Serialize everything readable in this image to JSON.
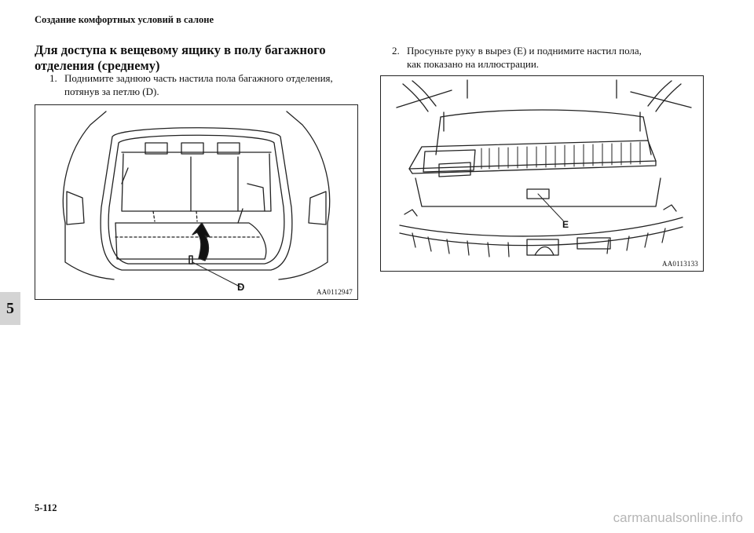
{
  "header": {
    "running_title": "Создание комфортных условий в салоне"
  },
  "section": {
    "title_line1": "Для доступа к вещевому ящику в полу багажного",
    "title_line2": "отделения (среднему)"
  },
  "steps": [
    {
      "number": "1.",
      "line1": "Поднимите заднюю часть настила пола багажного отделения,",
      "line2": "потянув за петлю (D)."
    },
    {
      "number": "2.",
      "line1": "Просуньте руку в вырез (E) и поднимите настил пола,",
      "line2": "как показано на иллюстрации."
    }
  ],
  "figures": [
    {
      "code": "AA0112947",
      "callout": "D",
      "icon": "trunk-floor-lift-illustration"
    },
    {
      "code": "AA0113133",
      "callout": "E",
      "icon": "underfloor-box-illustration"
    }
  ],
  "chapter_tab": "5",
  "page_number": "5-112",
  "watermark": "carmanualsonline.info"
}
